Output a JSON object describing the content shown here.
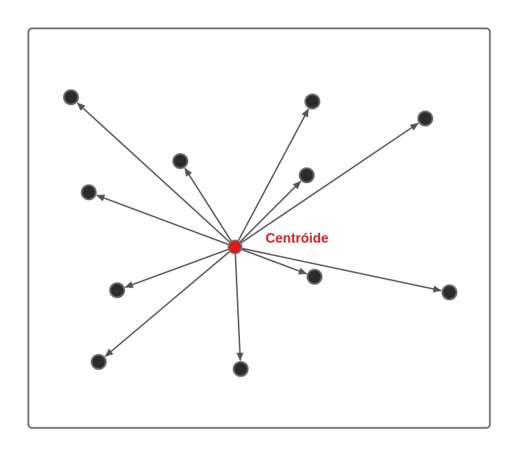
{
  "diagram": {
    "centroid_label": "Centróide",
    "colors": {
      "frame_stroke": "#6e6e6e",
      "arrow": "#555555",
      "point_fill": "#2b2b2b",
      "point_stroke": "#6b6b6b",
      "centroid_fill": "#e0191d",
      "centroid_stroke": "#7a7a7a",
      "label": "#d81f22"
    },
    "points": [
      {
        "id": "p1"
      },
      {
        "id": "p2"
      },
      {
        "id": "p3"
      },
      {
        "id": "p4"
      },
      {
        "id": "p5"
      },
      {
        "id": "p6"
      },
      {
        "id": "p7"
      },
      {
        "id": "p8"
      },
      {
        "id": "p9"
      },
      {
        "id": "p10"
      },
      {
        "id": "p11"
      },
      {
        "id": "p12"
      }
    ]
  }
}
